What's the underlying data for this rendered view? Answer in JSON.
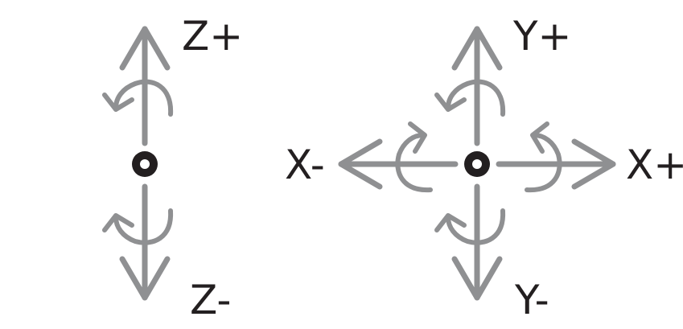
{
  "labels": {
    "z_plus": "Z+",
    "z_minus": "Z-",
    "y_plus": "Y+",
    "y_minus": "Y-",
    "x_plus": "X+",
    "x_minus": "X-"
  },
  "colors": {
    "arrow": "#8f9092",
    "origin": "#231f20",
    "text": "#231f20",
    "background": "#ffffff"
  }
}
